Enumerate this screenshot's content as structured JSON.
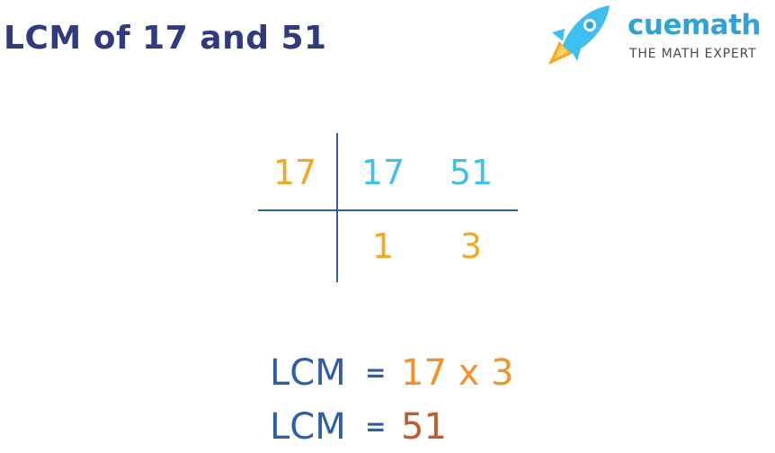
{
  "title": "LCM of 17 and 51",
  "logo": {
    "brand": "cuemath",
    "tagline": "THE MATH EXPERT"
  },
  "division": {
    "divisor": "17",
    "row1": [
      "17",
      "51"
    ],
    "row2": [
      "1",
      "3"
    ]
  },
  "equations": [
    {
      "left": "LCM",
      "eq": "=",
      "right": "17 x 3"
    },
    {
      "left": "LCM",
      "eq": "=",
      "right": "51"
    }
  ],
  "colors": {
    "title": "#2f3b7e",
    "divisor": "#f2a823",
    "dividend": "#3fbfef",
    "quotient": "#f2a823",
    "lines": "#2f5ea8",
    "result": "#c35a2a"
  }
}
